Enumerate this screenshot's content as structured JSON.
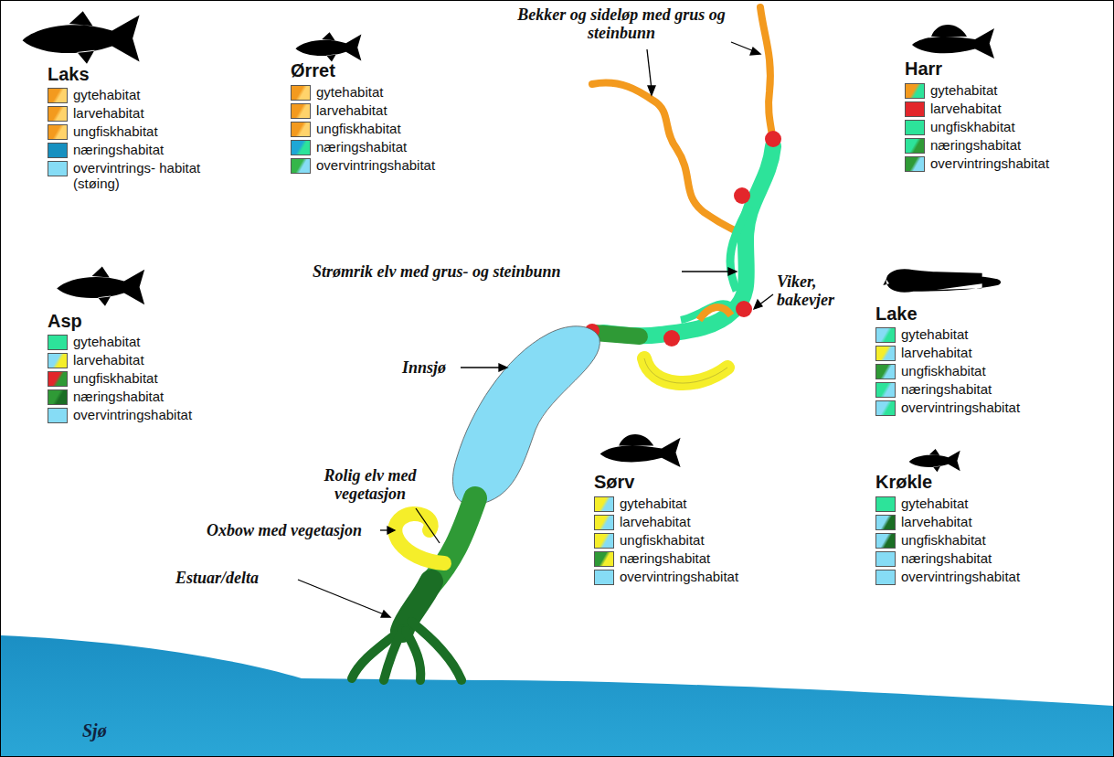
{
  "diagram": {
    "labels": [
      "Laks",
      "Ørret",
      "Bekker og sideløp med grus og steinbunn",
      "Harr",
      "Strømrik elv med grus- og steinbunn",
      "Viker, bakevjer",
      "Lake",
      "Asp",
      "Innsjø",
      "Rolig elv med vegetasjon",
      "Oxbow med vegetasjon",
      "Sørv",
      "Krøkle",
      "Estuar/delta",
      "Sjø"
    ],
    "legend": [
      {
        "text": "gytehabitat",
        "color": "#f39a1e"
      },
      {
        "text": "larvehabitat",
        "color": "#f39a1e"
      },
      {
        "text": "ungfiskhabitat",
        "color": "#f39a1e"
      },
      {
        "text": "næringshabitat",
        "color": "#1690c0"
      },
      {
        "text": "overvintrings- habitat (støing)",
        "color": "#86dcf5"
      },
      {
        "text": "gytehabitat",
        "color": "#f39a1e"
      },
      {
        "text": "larvehabitat",
        "color": "#f39a1e"
      },
      {
        "text": "ungfiskhabitat",
        "color": "#f39a1e"
      },
      {
        "text": "næringshabitat",
        "color": "#1ea7d6"
      },
      {
        "text": "overvintringshabitat",
        "color": "#35b64a"
      },
      {
        "text": "gytehabitat",
        "color": "#f39a1e"
      },
      {
        "text": "larvehabitat",
        "color": "#e3262b"
      },
      {
        "text": "ungfiskhabitat",
        "color": "#2de39a"
      },
      {
        "text": "næringshabitat",
        "color": "#2de39a"
      },
      {
        "text": "overvintringshabitat",
        "color": "#2f9a36"
      },
      {
        "text": "gytehabitat",
        "color": "#2de39a"
      },
      {
        "text": "larvehabitat",
        "color": "#86dcf5"
      },
      {
        "text": "ungfiskhabitat",
        "color": "#e3262b"
      },
      {
        "text": "næringshabitat",
        "color": "#2f9a36"
      },
      {
        "text": "overvintringshabitat",
        "color": "#86dcf5"
      },
      {
        "text": "gytehabitat",
        "color": "#86dcf5"
      },
      {
        "text": "larvehabitat",
        "color": "#f5ee2a"
      },
      {
        "text": "ungfiskhabitat",
        "color": "#2f9a36"
      },
      {
        "text": "næringshabitat",
        "color": "#2de39a"
      },
      {
        "text": "overvintringshabitat",
        "color": "#86dcf5"
      },
      {
        "text": "gytehabitat",
        "color": "#f5ee2a"
      },
      {
        "text": "larvehabitat",
        "color": "#f5ee2a"
      },
      {
        "text": "ungfiskhabitat",
        "color": "#f5ee2a"
      },
      {
        "text": "næringshabitat",
        "color": "#2f9a36"
      },
      {
        "text": "overvintringshabitat",
        "color": "#86dcf5"
      },
      {
        "text": "gytehabitat",
        "color": "#2de39a"
      },
      {
        "text": "larvehabitat",
        "color": "#86dcf5"
      },
      {
        "text": "ungfiskhabitat",
        "color": "#86dcf5"
      },
      {
        "text": "næringshabitat",
        "color": "#86dcf5"
      },
      {
        "text": "overvintringshabitat",
        "color": "#86dcf5"
      }
    ]
  }
}
